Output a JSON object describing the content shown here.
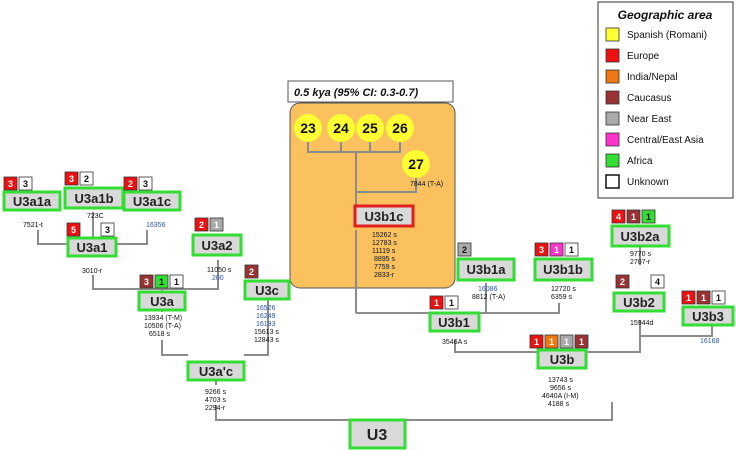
{
  "legend": {
    "title": "Geographic area",
    "items": [
      {
        "label": "Spanish (Romani)",
        "color": "#ffff33"
      },
      {
        "label": "Europe",
        "color": "#ee1111"
      },
      {
        "label": "India/Nepal",
        "color": "#ee7711"
      },
      {
        "label": "Caucasus",
        "color": "#993333"
      },
      {
        "label": "Near East",
        "color": "#aaaaaa"
      },
      {
        "label": "Central/East Asia",
        "color": "#ff33cc"
      },
      {
        "label": "Africa",
        "color": "#33dd33"
      },
      {
        "label": "Unknown",
        "color": "#ffffff"
      }
    ]
  },
  "date_note": "0.5 kya (95% CI: 0.3-0.7)",
  "circles": [
    "23",
    "24",
    "25",
    "26",
    "27"
  ],
  "nodes": {
    "U3": "U3",
    "U3ac": "U3a'c",
    "U3a": "U3a",
    "U3a1": "U3a1",
    "U3a1a": "U3a1a",
    "U3a1b": "U3a1b",
    "U3a1c": "U3a1c",
    "U3a2": "U3a2",
    "U3c": "U3c",
    "U3b": "U3b",
    "U3b1": "U3b1",
    "U3b1a": "U3b1a",
    "U3b1b": "U3b1b",
    "U3b1c": "U3b1c",
    "U3b2": "U3b2",
    "U3b2a": "U3b2a",
    "U3b3": "U3b3"
  },
  "mutations": {
    "m27": "7844 (T-A)",
    "U3a1a": "7521-t",
    "U3a1b": "723C",
    "U3a1c": "16356",
    "U3a1": "3010-r",
    "U3a2": [
      "11050 s",
      "200"
    ],
    "U3a": [
      "13934 (T-M)",
      "10506 (T-A)",
      "6518 s"
    ],
    "U3c": [
      "16526",
      "16249",
      "16193",
      "15613 s",
      "12843 s"
    ],
    "U3ac": [
      "9266 s",
      "4703 s",
      "2294-r"
    ],
    "U3b1c": [
      "15262 s",
      "12783 s",
      "11119 s",
      "8895 s",
      "7759 s",
      "2833-r"
    ],
    "U3b1a": [
      "16086",
      "8812 (T-A)"
    ],
    "U3b1b": [
      "12720 s",
      "6359 s"
    ],
    "U3b1": "3546A s",
    "U3b2a": [
      "9770 s",
      "2707-r"
    ],
    "U3b2": "15944d",
    "U3b3": "16168",
    "U3b": [
      "13743 s",
      "9656 s",
      "4640A (I-M)",
      "4188 s"
    ]
  },
  "chips": {
    "U3a1a": [
      "3",
      "3"
    ],
    "U3a1b": [
      "3",
      "2"
    ],
    "U3a1c": [
      "2",
      "3"
    ],
    "U3a1": [
      "5",
      "3"
    ],
    "U3a2": [
      "2",
      "1"
    ],
    "U3a": [
      "3",
      "1",
      "1"
    ],
    "U3c": [
      "2"
    ],
    "U3b1a": [
      "2"
    ],
    "U3b1b": [
      "3",
      "1",
      "1"
    ],
    "U3b1": [
      "1",
      "1"
    ],
    "U3b2a": [
      "4",
      "1",
      "1"
    ],
    "U3b2": [
      "2",
      "4"
    ],
    "U3b3": [
      "1",
      "1",
      "1"
    ],
    "U3b": [
      "1",
      "1",
      "1",
      "1"
    ]
  }
}
